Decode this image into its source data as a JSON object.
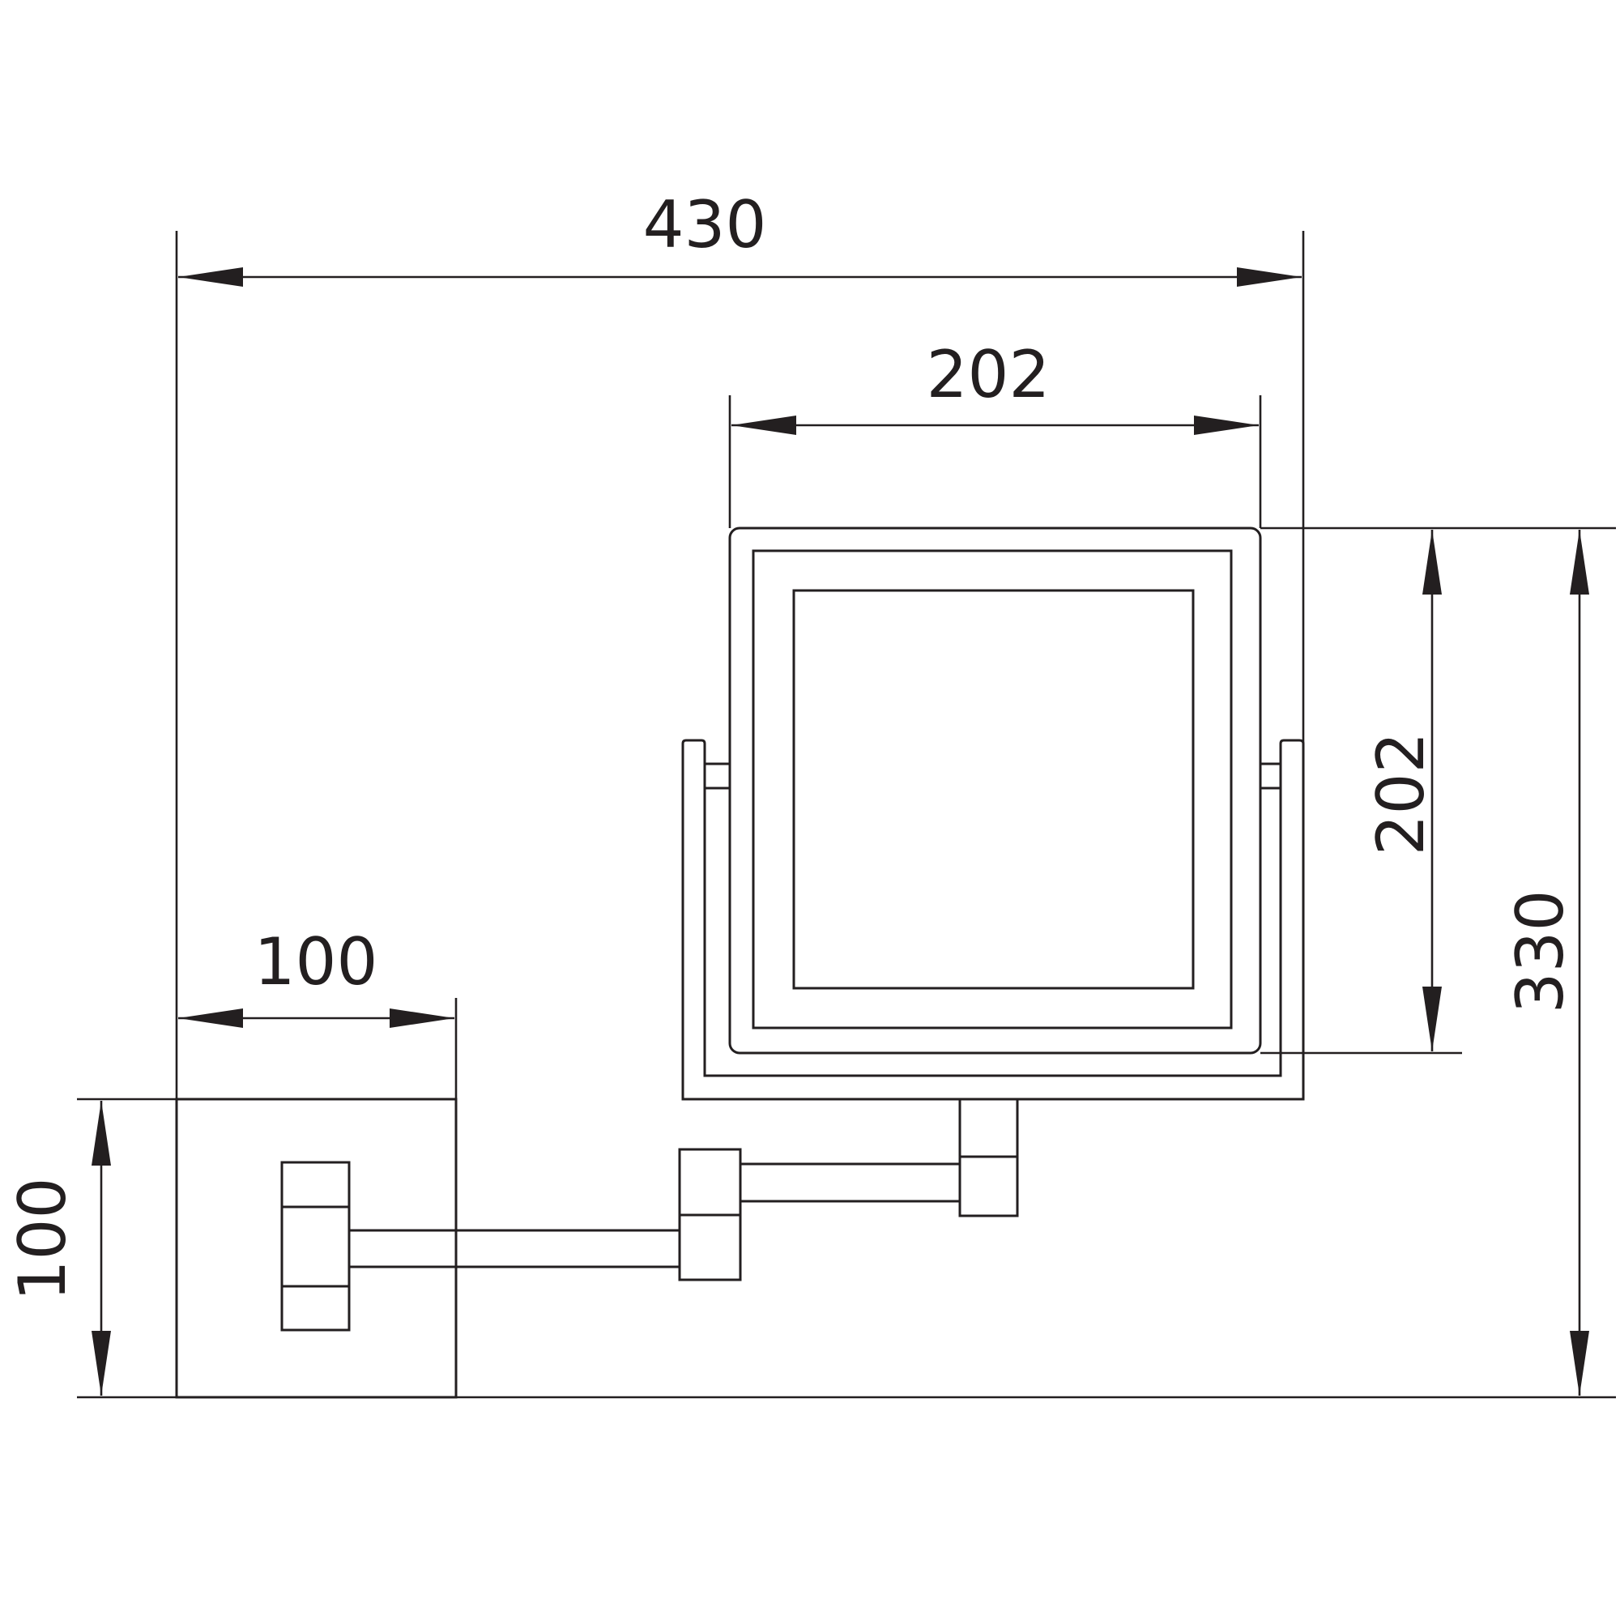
{
  "drawing": {
    "type": "technical dimension drawing",
    "subject": "wall-mounted square mirror with swing arm",
    "line_color": "#231f20",
    "background": "#ffffff"
  },
  "dimensions": {
    "overall_width": "430",
    "mirror_width": "202",
    "mirror_height": "202",
    "overall_height": "330",
    "wall_plate_width": "100",
    "wall_plate_height": "100"
  }
}
